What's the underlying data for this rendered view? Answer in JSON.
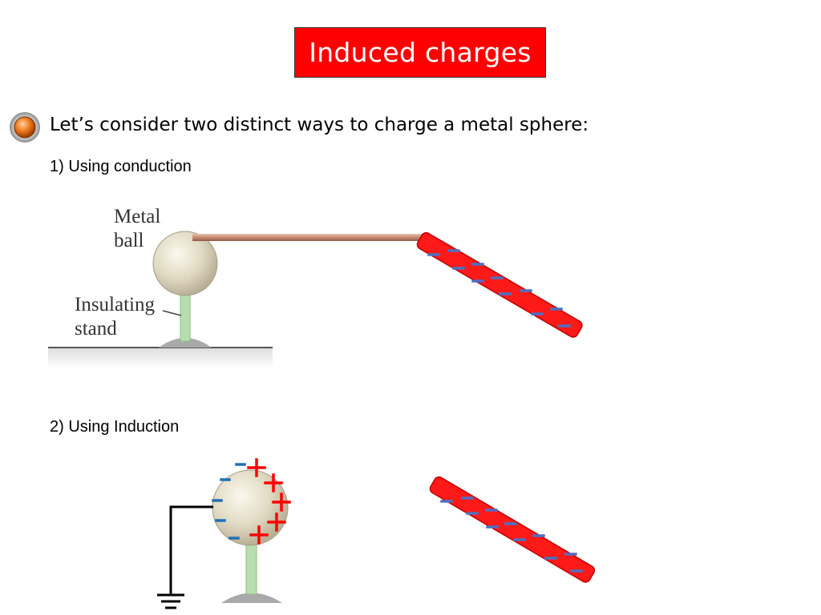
{
  "title": "Induced charges",
  "intro": "Let’s consider two distinct ways to charge a metal sphere:",
  "method1": "1) Using conduction",
  "method2": "2) Using Induction",
  "labels": {
    "metal_ball_line1": "Metal",
    "metal_ball_line2": "ball",
    "stand_line1": "Insulating",
    "stand_line2": "stand"
  },
  "colors": {
    "title_bg": "#ff0000",
    "rod": "#ff1a1a",
    "negative": "#4f6fc0",
    "positive": "#ff0000",
    "ball": "#e2dcc6",
    "stand": "#b8deb0"
  },
  "bullet_icon": "orange-sphere-bullet"
}
